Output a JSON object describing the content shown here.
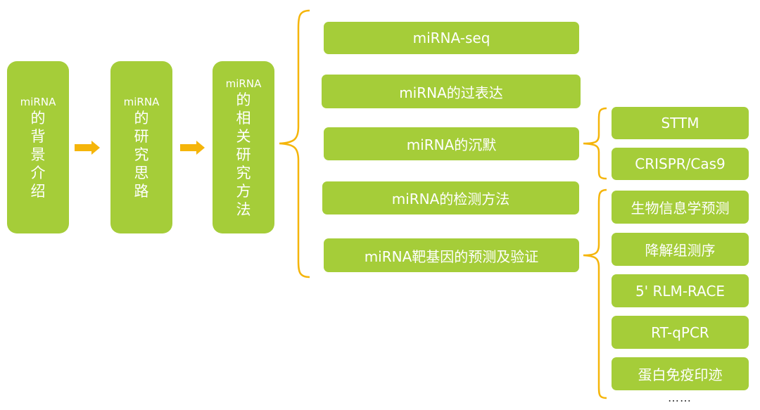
{
  "colors": {
    "box": "#a5cd39",
    "text": "#ffffff",
    "connector": "#f5b50a"
  },
  "stage1": {
    "head": "miRNA",
    "chars": [
      "的",
      "背",
      "景",
      "介",
      "绍"
    ]
  },
  "stage2": {
    "head": "miRNA",
    "chars": [
      "的",
      "研",
      "究",
      "思",
      "路"
    ]
  },
  "stage3": {
    "head": "miRNA",
    "chars": [
      "的",
      "相",
      "关",
      "研",
      "究",
      "方",
      "法"
    ]
  },
  "methods": [
    "miRNA-seq",
    "miRNA的过表达",
    "miRNA的沉默",
    "miRNA的检测方法",
    "miRNA靶基因的预测及验证"
  ],
  "silencing": [
    "STTM",
    "CRISPR/Cas9"
  ],
  "target_validation": [
    "生物信息学预测",
    "降解组测序",
    "5' RLM-RACE",
    "RT-qPCR",
    "蛋白免疫印迹"
  ],
  "ellipsis": "……"
}
